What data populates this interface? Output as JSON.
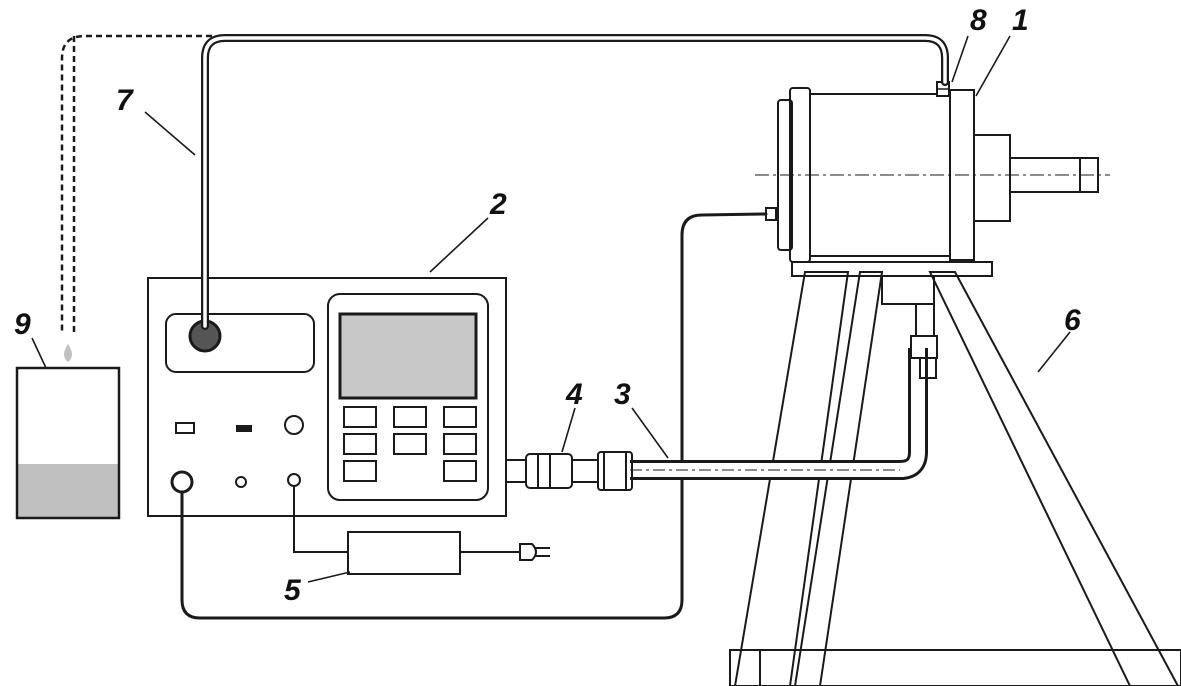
{
  "labels": {
    "part_1": "1",
    "part_2": "2",
    "part_3": "3",
    "part_4": "4",
    "part_5": "5",
    "part_6": "6",
    "part_7": "7",
    "part_8": "8",
    "part_9": "9"
  },
  "colors": {
    "line": "#1a1a1a",
    "screen": "#c8c8c8",
    "liquid": "#c0c0c0",
    "knob": "#555555",
    "background": "#ffffff"
  }
}
